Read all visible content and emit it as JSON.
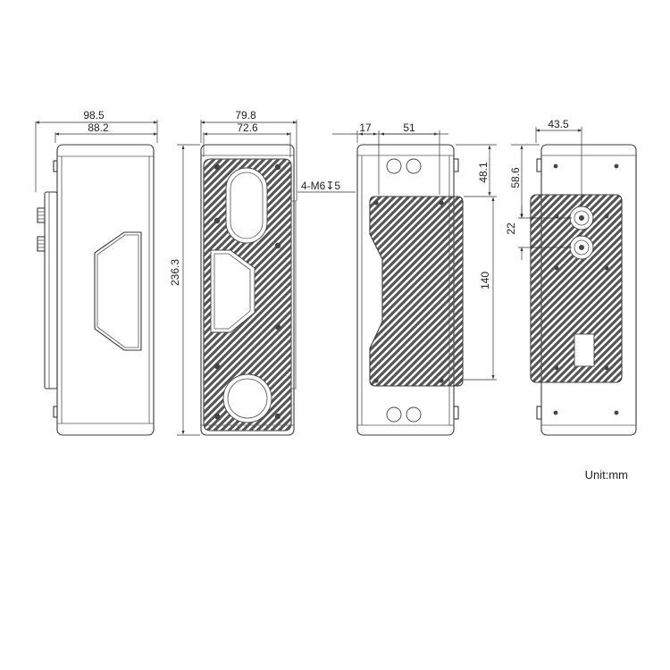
{
  "dimensions": {
    "v1_outer_width": "98.5",
    "v1_inner_width": "88.2",
    "v2_outer_width": "79.8",
    "v2_inner_width": "72.6",
    "height": "236.3",
    "thread_callout": "4-M6↧5",
    "v3_offset": "17",
    "v3_spacing": "51",
    "v3_top_offset": "48.1",
    "v3_plate_height": "140",
    "v4_connector_x": "43.5",
    "v4_connector_y": "58.6",
    "v4_connector_spacing": "22"
  },
  "unit_note": "Unit:mm",
  "colors": {
    "line": "#3a3a3a",
    "fin": "#555555",
    "text": "#222222"
  }
}
